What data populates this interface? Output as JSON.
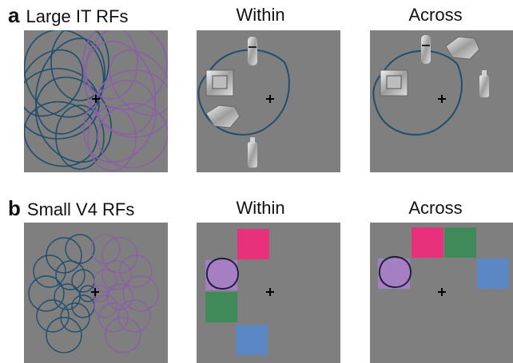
{
  "row_a": {
    "letter": "a",
    "label": "Large IT RFs",
    "within_title": "Within",
    "across_title": "Across"
  },
  "row_b": {
    "letter": "b",
    "label": "Small V4 RFs",
    "within_title": "Within",
    "across_title": "Across"
  },
  "colors": {
    "panel_bg": "#7f7f7f",
    "rf_teal": "#1f4e6e",
    "rf_purple": "#8a5fa8",
    "square_magenta": "#e8317a",
    "square_green": "#3f8a58",
    "square_blue": "#5b87c4",
    "square_purple": "#a57fc2"
  }
}
